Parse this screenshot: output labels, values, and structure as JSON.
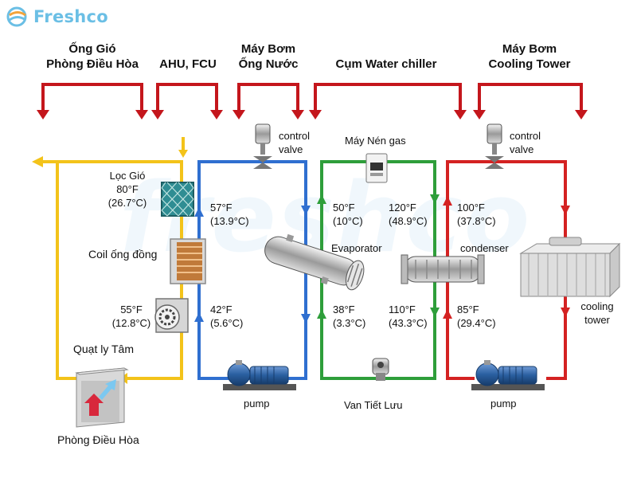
{
  "brand": {
    "name": "Freshco",
    "watermark": "freshco",
    "color": "#6bbfe5"
  },
  "headers": {
    "duct_line1": "Ống Gió",
    "duct_line2": "Phòng Điều Hòa",
    "ahu": "AHU, FCU",
    "pump_line1": "Máy Bơm",
    "pump_line2": "Ống Nước",
    "chiller": "Cụm Water chiller",
    "ct_line1": "Máy Bơm",
    "ct_line2": "Cooling Tower"
  },
  "labels": {
    "air_filter": "Lọc Gió",
    "filter_temp_f": "80°F",
    "filter_temp_c": "(26.7°C)",
    "coil": "Coil ống đồng",
    "fan_temp_f": "55°F",
    "fan_temp_c": "(12.8°C)",
    "fan": "Quạt ly Tâm",
    "room": "Phòng Điều Hòa",
    "chw_supply_f": "57°F",
    "chw_supply_c": "(13.9°C)",
    "chw_return_f": "42°F",
    "chw_return_c": "(5.6°C)",
    "control_valve_1a": "control",
    "control_valve_1b": "valve",
    "control_valve_2a": "control",
    "control_valve_2b": "valve",
    "pump_1": "pump",
    "pump_2": "pump",
    "compressor": "Máy Nén gas",
    "evaporator": "Evaporator",
    "condenser": "condenser",
    "evap_in_f": "50°F",
    "evap_in_c": "(10°C)",
    "cond_in_f": "120°F",
    "cond_in_c": "(48.9°C)",
    "evap_out_f": "38°F",
    "evap_out_c": "(3.3°C)",
    "cond_out_f": "110°F",
    "cond_out_c": "(43.3°C)",
    "ct_hot_f": "100°F",
    "ct_hot_c": "(37.8°C)",
    "ct_cool_f": "85°F",
    "ct_cool_c": "(29.4°C)",
    "expansion_valve": "Van Tiết Lưu",
    "cooling_tower_1": "cooling",
    "cooling_tower_2": "tower"
  },
  "colors": {
    "air_loop": "#f3c31a",
    "chilled_water": "#2f6fd0",
    "refrigerant": "#2e9e3a",
    "condenser_water": "#d42222",
    "header_arrow": "#c4161c",
    "equipment_blue": "#2a5fa0"
  },
  "icons": [
    "freshco-logo-icon",
    "air-filter-icon",
    "copper-coil-icon",
    "centrifugal-fan-icon",
    "room-box-icon",
    "control-valve-icon",
    "shell-tube-evaporator-icon",
    "shell-tube-condenser-icon",
    "compressor-icon",
    "expansion-valve-icon",
    "water-pump-icon",
    "cooling-tower-icon"
  ]
}
